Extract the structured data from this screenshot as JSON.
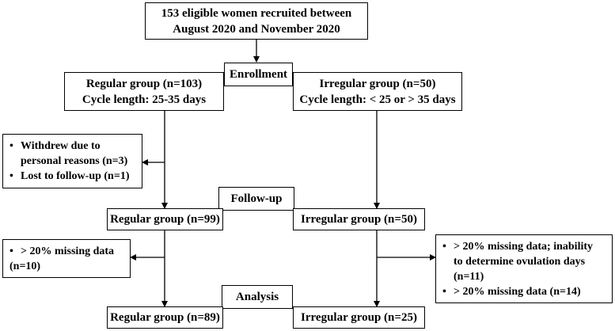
{
  "recruitment": {
    "line1": "153 eligible women recruited between",
    "line2": "August 2020 and November 2020"
  },
  "stages": {
    "enrollment": "Enrollment",
    "followup": "Follow-up",
    "analysis": "Analysis"
  },
  "enrollment": {
    "regular": {
      "line1": "Regular group (n=103)",
      "line2": "Cycle length: 25-35 days"
    },
    "irregular": {
      "line1": "Irregular group (n=50)",
      "line2": "Cycle length: < 25 or > 35 days"
    }
  },
  "exclusion_enrollment": {
    "items": [
      {
        "line1": "Withdrew due to",
        "line2": "personal reasons (n=3)"
      },
      {
        "line1": "Lost to follow-up (n=1)"
      }
    ]
  },
  "followup": {
    "regular": "Regular group (n=99)",
    "irregular": "Irregular group (n=50)"
  },
  "exclusion_followup_regular": {
    "items": [
      {
        "line1": "> 20% missing data",
        "line2": "(n=10)"
      }
    ]
  },
  "exclusion_followup_irregular": {
    "items": [
      {
        "line1": "> 20% missing data; inability",
        "line2": "to determine ovulation days",
        "line3": "(n=11)"
      },
      {
        "line1": "> 20% missing data (n=14)"
      }
    ]
  },
  "analysis": {
    "regular": "Regular group (n=89)",
    "irregular": "Irregular group (n=25)"
  }
}
